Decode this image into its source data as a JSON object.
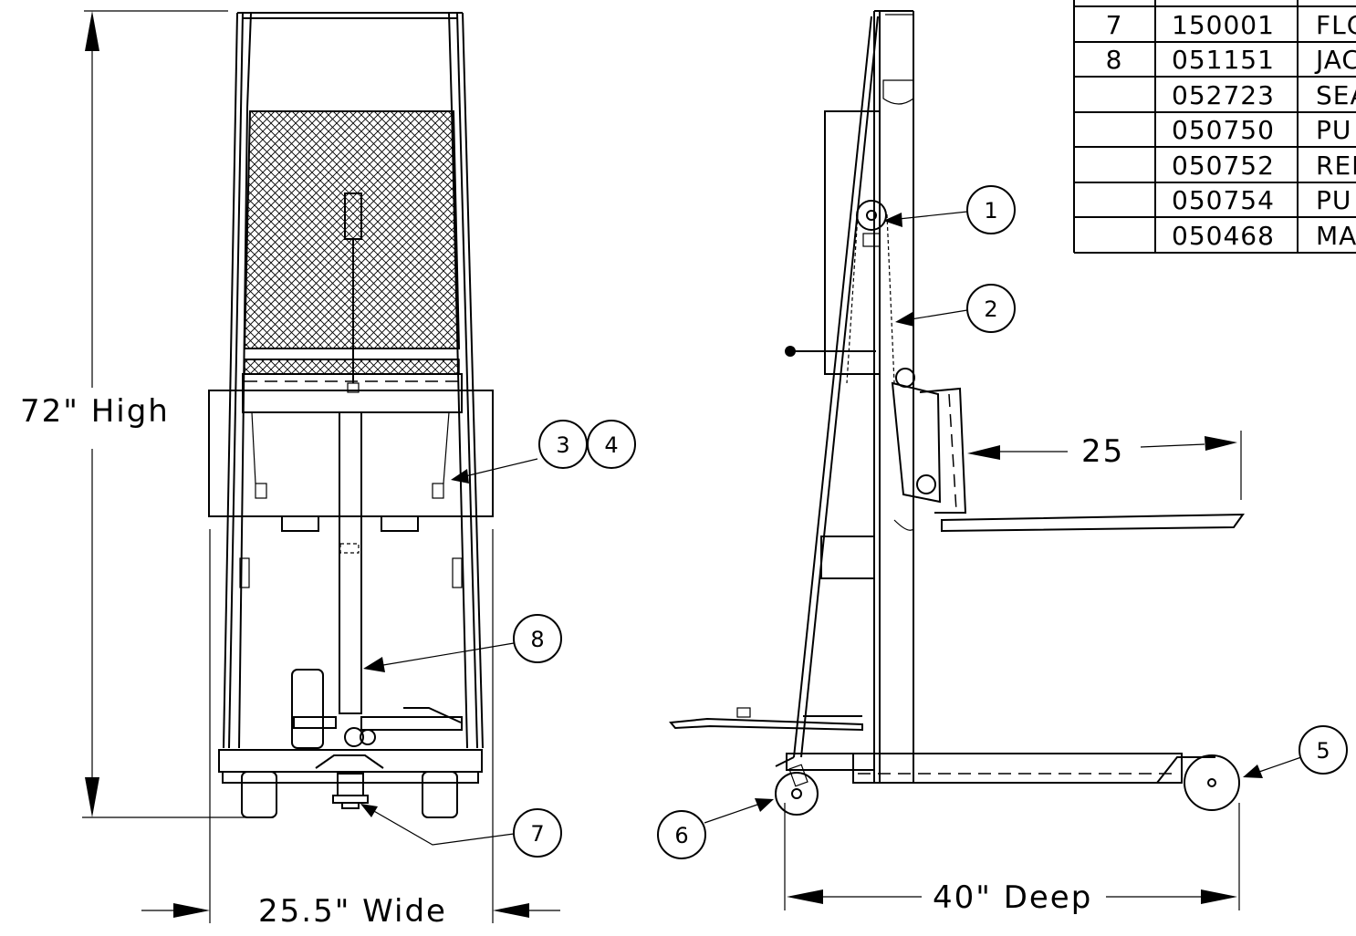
{
  "dimensions": {
    "height": "72\" High",
    "width": "25.5\" Wide",
    "depth": "40\" Deep",
    "fork_length": "25"
  },
  "balloons": [
    "1",
    "2",
    "3",
    "4",
    "5",
    "6",
    "7",
    "8"
  ],
  "parts_table": {
    "rows": [
      {
        "item": "7",
        "part_no": "150001",
        "desc": "FLC"
      },
      {
        "item": "8",
        "part_no": "051151",
        "desc": "JAC"
      },
      {
        "item": "",
        "part_no": "052723",
        "desc": "SEA"
      },
      {
        "item": "",
        "part_no": "050750",
        "desc": "PU"
      },
      {
        "item": "",
        "part_no": "050752",
        "desc": "REL"
      },
      {
        "item": "",
        "part_no": "050754",
        "desc": "PU"
      },
      {
        "item": "",
        "part_no": "050468",
        "desc": "MAC"
      }
    ]
  }
}
